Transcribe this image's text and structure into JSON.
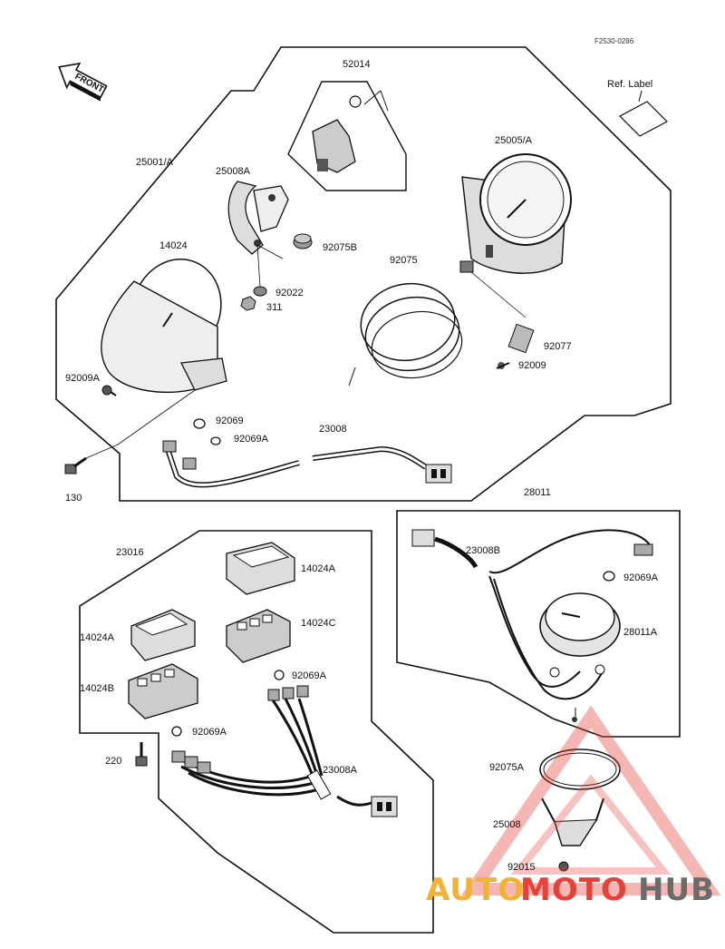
{
  "diagram": {
    "ref_code": "F2530-0286",
    "front_label": "FRONT",
    "ref_label": "Ref. Label",
    "parts": {
      "p52014": "52014",
      "p25001a": "25001/A",
      "p25008a": "25008A",
      "p25005a": "25005/A",
      "p14024": "14024",
      "p92075b": "92075B",
      "p92075": "92075",
      "p92022": "92022",
      "p311": "311",
      "p92077": "92077",
      "p92009a": "92009A",
      "p92009": "92009",
      "p92069": "92069",
      "p92069a_1": "92069A",
      "p23008": "23008",
      "p130": "130",
      "p28011": "28011",
      "p23008b": "23008B",
      "p92069a_2": "92069A",
      "p28011a": "28011A",
      "p23016": "23016",
      "p14024a_1": "14024A",
      "p14024a_2": "14024A",
      "p14024c": "14024C",
      "p14024b": "14024B",
      "p92069a_3": "92069A",
      "p92069a_4": "92069A",
      "p220": "220",
      "p23008a": "23008A",
      "p92075a": "92075A",
      "p25008": "25008",
      "p92015": "92015"
    }
  },
  "watermark": {
    "part1": "AUTO",
    "part2": "MOTO",
    "part3": "HUB",
    "color_orange": "#f2b233",
    "color_red": "#e8413a",
    "color_gray": "#6b6b6b"
  }
}
